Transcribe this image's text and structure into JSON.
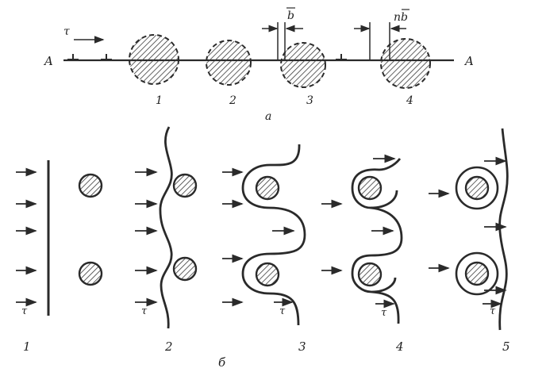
{
  "part_a": {
    "line_label_left": "A",
    "line_label_right": "A",
    "shear_label": "τ",
    "burgers_label": "b",
    "nb_label": "nb",
    "stage_labels": [
      "1",
      "2",
      "3",
      "4"
    ],
    "part_label": "a"
  },
  "part_b": {
    "shear_labels": [
      "τ",
      "τ",
      "τ",
      "τ",
      "τ"
    ],
    "stage_labels": [
      "1",
      "2",
      "3",
      "4",
      "5"
    ],
    "part_label": "б"
  },
  "colors": {
    "ink": "#2a2a2a",
    "hatch": "#3a3a3a"
  }
}
